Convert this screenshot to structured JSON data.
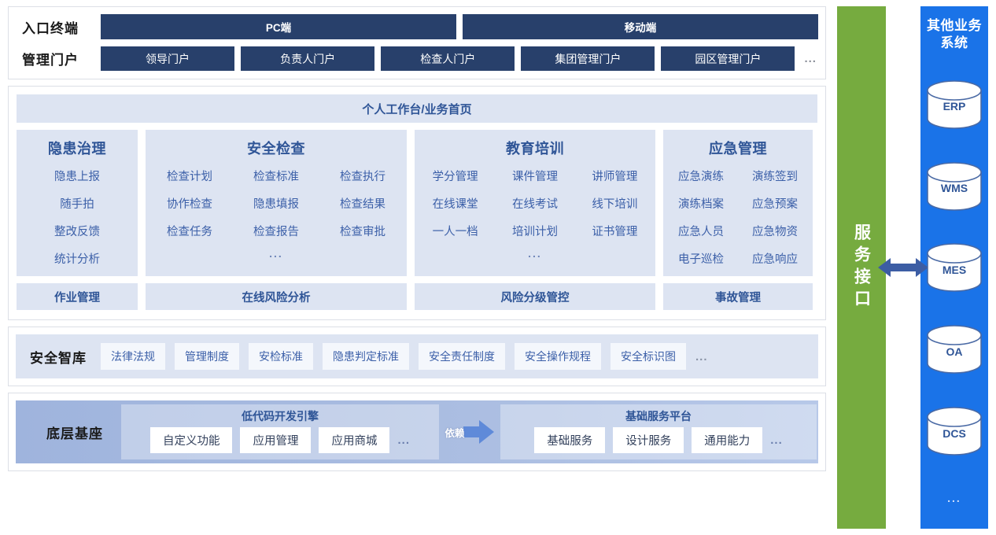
{
  "colors": {
    "navy": "#28406b",
    "card_blue": "#dde4f2",
    "text_blue": "#2f5597",
    "item_blue": "#3b5fa8",
    "green": "#76ab3f",
    "sys_blue": "#1a73e8",
    "chip_bg": "#f4f7fc"
  },
  "entry": {
    "label": "入口终端",
    "terminals": [
      "PC端",
      "移动端"
    ]
  },
  "portal": {
    "label": "管理门户",
    "items": [
      "领导门户",
      "负责人门户",
      "检查人门户",
      "集团管理门户",
      "园区管理门户"
    ],
    "more": "..."
  },
  "workbench": {
    "title": "个人工作台/业务首页"
  },
  "modules": [
    {
      "title": "隐患治理",
      "items": [
        "隐患上报",
        "随手拍",
        "整改反馈",
        "统计分析"
      ],
      "more": "",
      "bar": "作业管理"
    },
    {
      "title": "安全检查",
      "items": [
        "检查计划",
        "检查标准",
        "检查执行",
        "协作检查",
        "隐患填报",
        "检查结果",
        "检查任务",
        "检查报告",
        "检查审批"
      ],
      "more": "...",
      "bar": "在线风险分析"
    },
    {
      "title": "教育培训",
      "items": [
        "学分管理",
        "课件管理",
        "讲师管理",
        "在线课堂",
        "在线考试",
        "线下培训",
        "一人一档",
        "培训计划",
        "证书管理"
      ],
      "more": "...",
      "bar": "风险分级管控"
    },
    {
      "title": "应急管理",
      "items": [
        "应急演练",
        "演练签到",
        "演练档案",
        "应急预案",
        "应急人员",
        "应急物资",
        "电子巡检",
        "应急响应"
      ],
      "more": "",
      "bar": "事故管理"
    }
  ],
  "think_tank": {
    "label": "安全智库",
    "chips": [
      "法律法规",
      "管理制度",
      "安检标准",
      "隐患判定标准",
      "安全责任制度",
      "安全操作规程",
      "安全标识图"
    ],
    "more": "..."
  },
  "base": {
    "label": "底层基座",
    "dependency_label": "依赖",
    "groups": [
      {
        "title": "低代码开发引擎",
        "chips": [
          "自定义功能",
          "应用管理",
          "应用商城"
        ],
        "more": "..."
      },
      {
        "title": "基础服务平台",
        "chips": [
          "基础服务",
          "设计服务",
          "通用能力"
        ],
        "more": "..."
      }
    ]
  },
  "service_interface": {
    "label": "服务接口"
  },
  "other_systems": {
    "title": "其他业务系统",
    "systems": [
      "ERP",
      "WMS",
      "MES",
      "OA",
      "DCS"
    ],
    "more": "..."
  }
}
